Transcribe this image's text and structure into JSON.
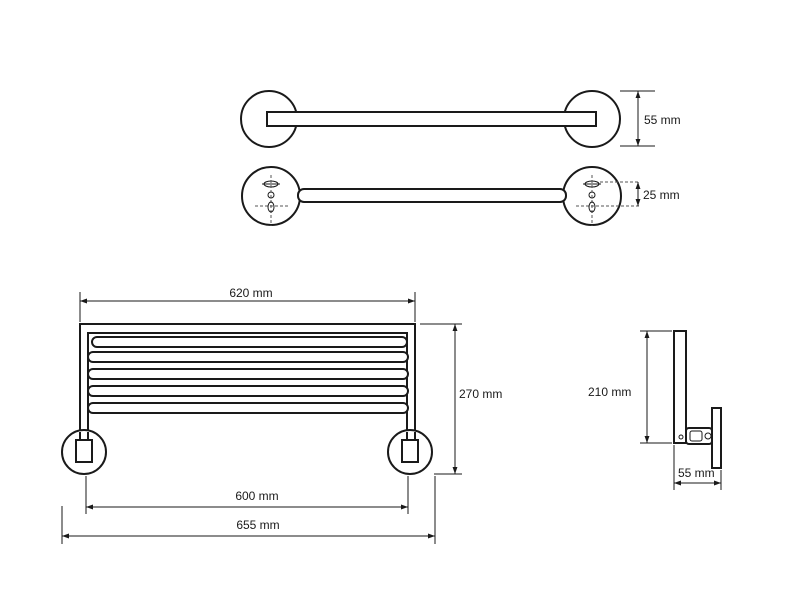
{
  "dimensions": {
    "top_height": "55 mm",
    "top_gap": "25 mm",
    "front_top_width": "620 mm",
    "front_height": "270 mm",
    "front_inner_width": "600 mm",
    "front_total_width": "655 mm",
    "side_height": "210 mm",
    "side_depth": "55 mm"
  }
}
